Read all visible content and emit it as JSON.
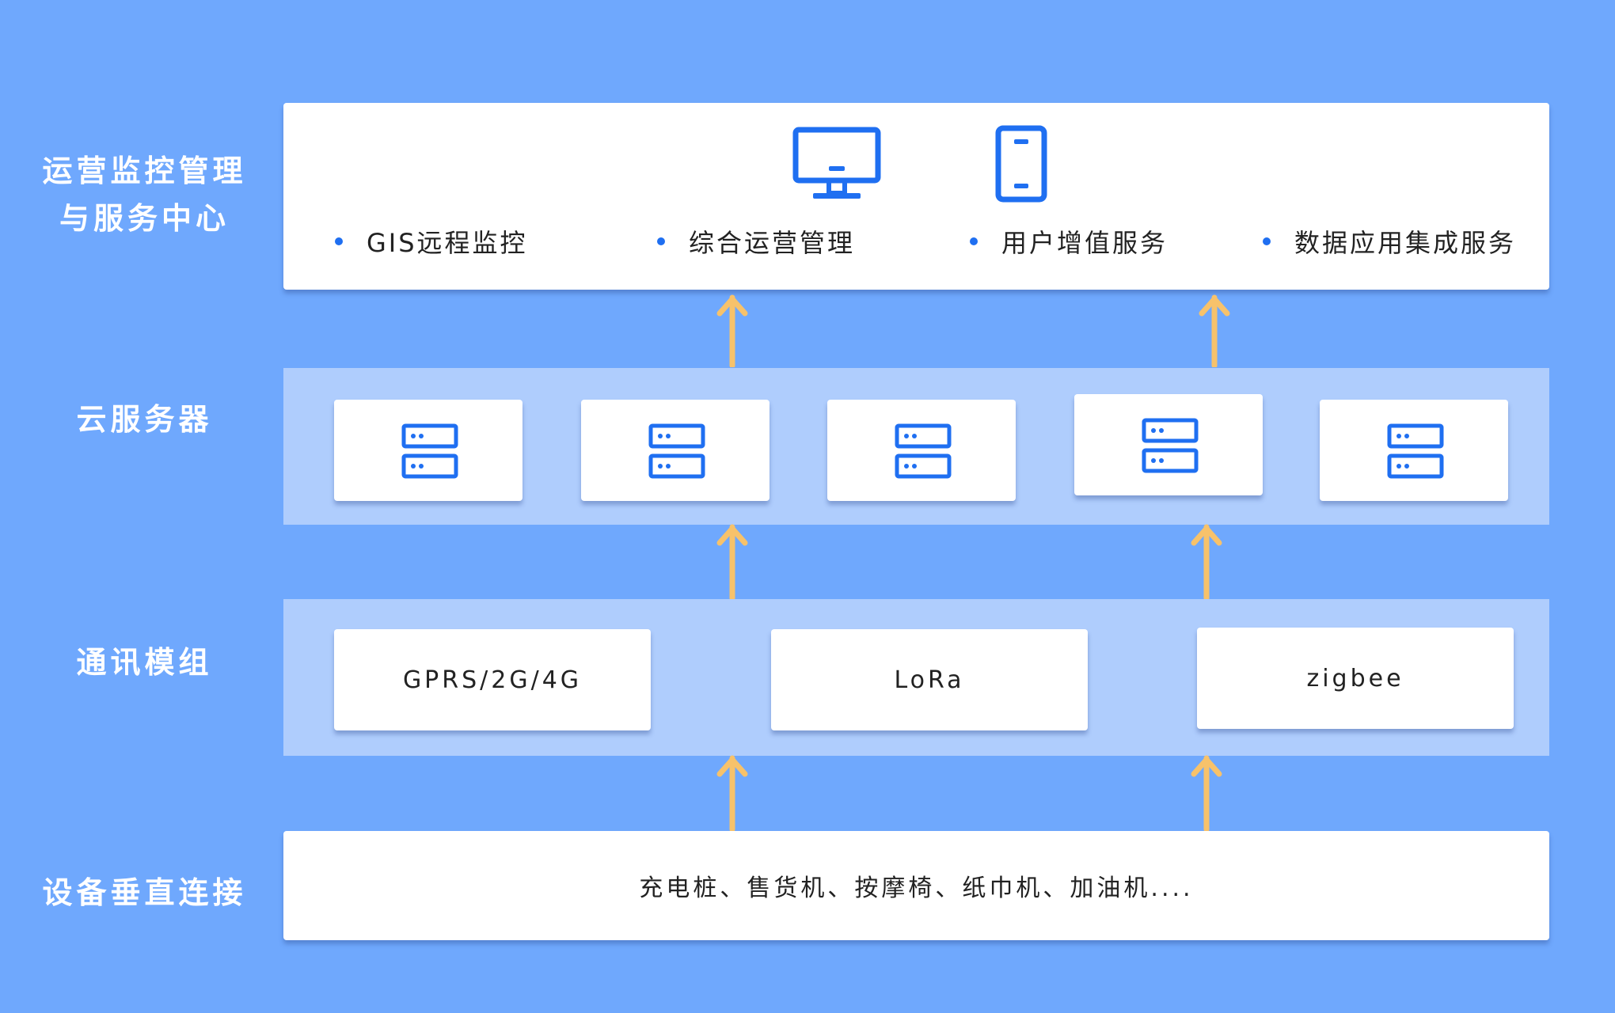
{
  "layers": [
    {
      "label": "运营监控管理\n与服务中心"
    },
    {
      "label": "云服务器"
    },
    {
      "label": "通讯模组"
    },
    {
      "label": "设备垂直连接"
    }
  ],
  "top_panel": {
    "icons": [
      "monitor-icon",
      "mobile-phone-icon"
    ],
    "items": [
      "GIS远程监控",
      "综合运营管理",
      "用户增值服务",
      "数据应用集成服务"
    ]
  },
  "servers": {
    "count": 5,
    "icon": "server-icon"
  },
  "comm_modules": [
    "GPRS/2G/4G",
    "LoRa",
    "zigbee"
  ],
  "devices": "充电桩、售货机、按摩椅、纸巾机、加油机....",
  "colors": {
    "background": "#6fa8fd",
    "band": "#afcdfd",
    "accent": "#1f6ff1",
    "arrow": "#f7c26b"
  }
}
